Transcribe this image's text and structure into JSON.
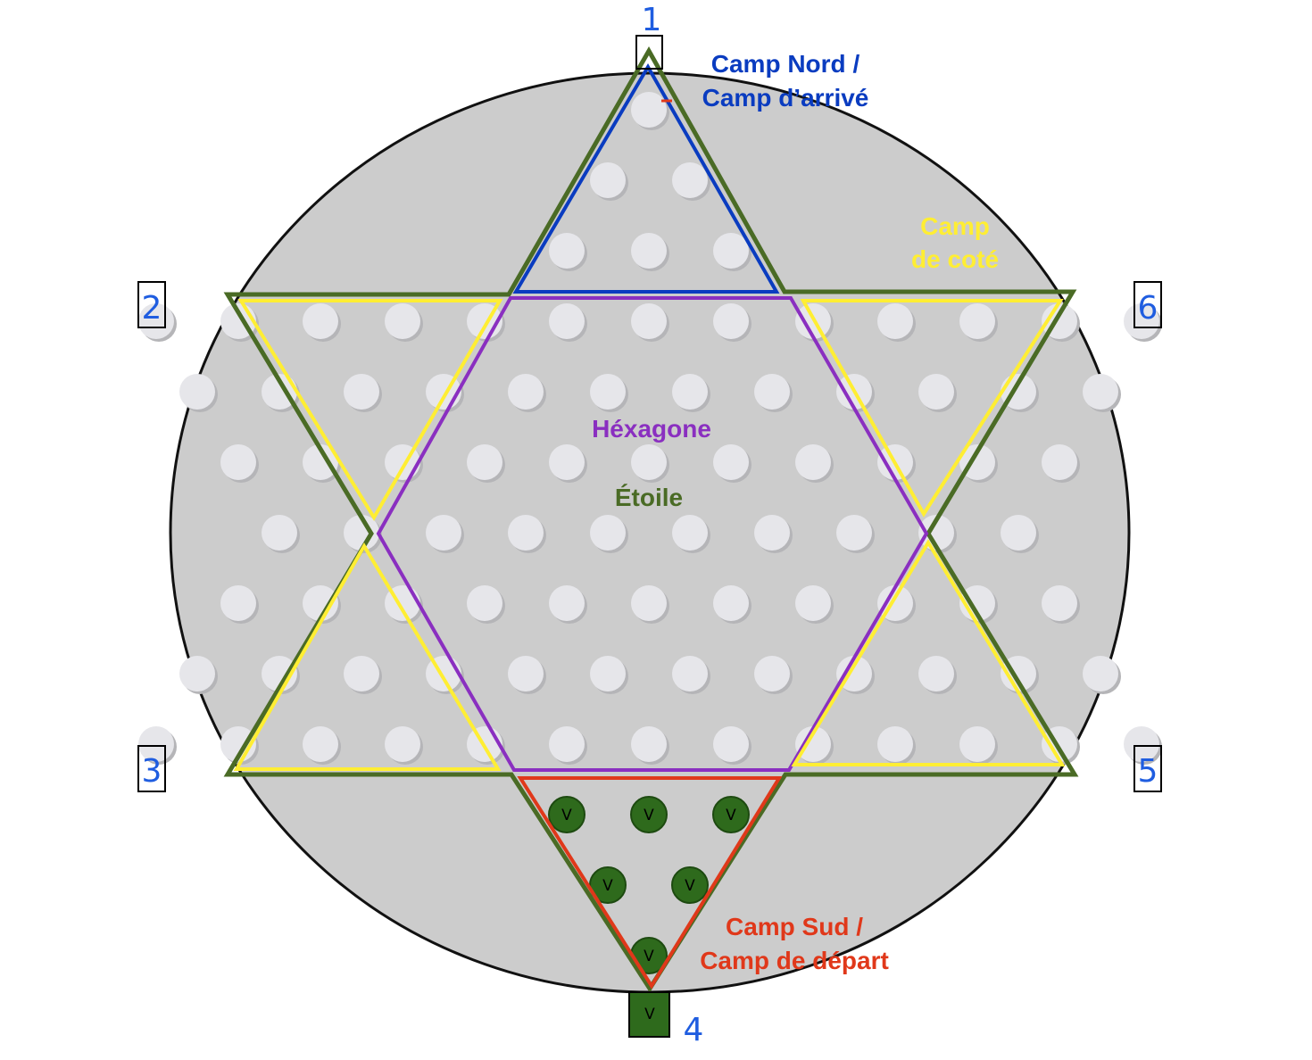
{
  "colors": {
    "board_fill": "#cccccc",
    "board_stroke": "#111111",
    "star": "#4a6b25",
    "hexagon": "#8a2fc0",
    "north_camp": "#0a3cc0",
    "side_camps": "#ffee33",
    "south_camp": "#e0381a",
    "hole_fill": "#e6e6ea",
    "checker_fill": "#2e6a1c",
    "number_color": "#1f5de0"
  },
  "labels": {
    "north_camp": [
      "Camp Nord /",
      "Camp d’arrivé"
    ],
    "side_camp": [
      "Camp",
      "de coté"
    ],
    "hexagon": "Héxagone",
    "star": "Étoile",
    "south_camp": [
      "Camp Sud /",
      "Camp de départ"
    ]
  },
  "position_numbers": [
    "1",
    "2",
    "3",
    "4",
    "5",
    "6"
  ],
  "checker_mark": "V"
}
